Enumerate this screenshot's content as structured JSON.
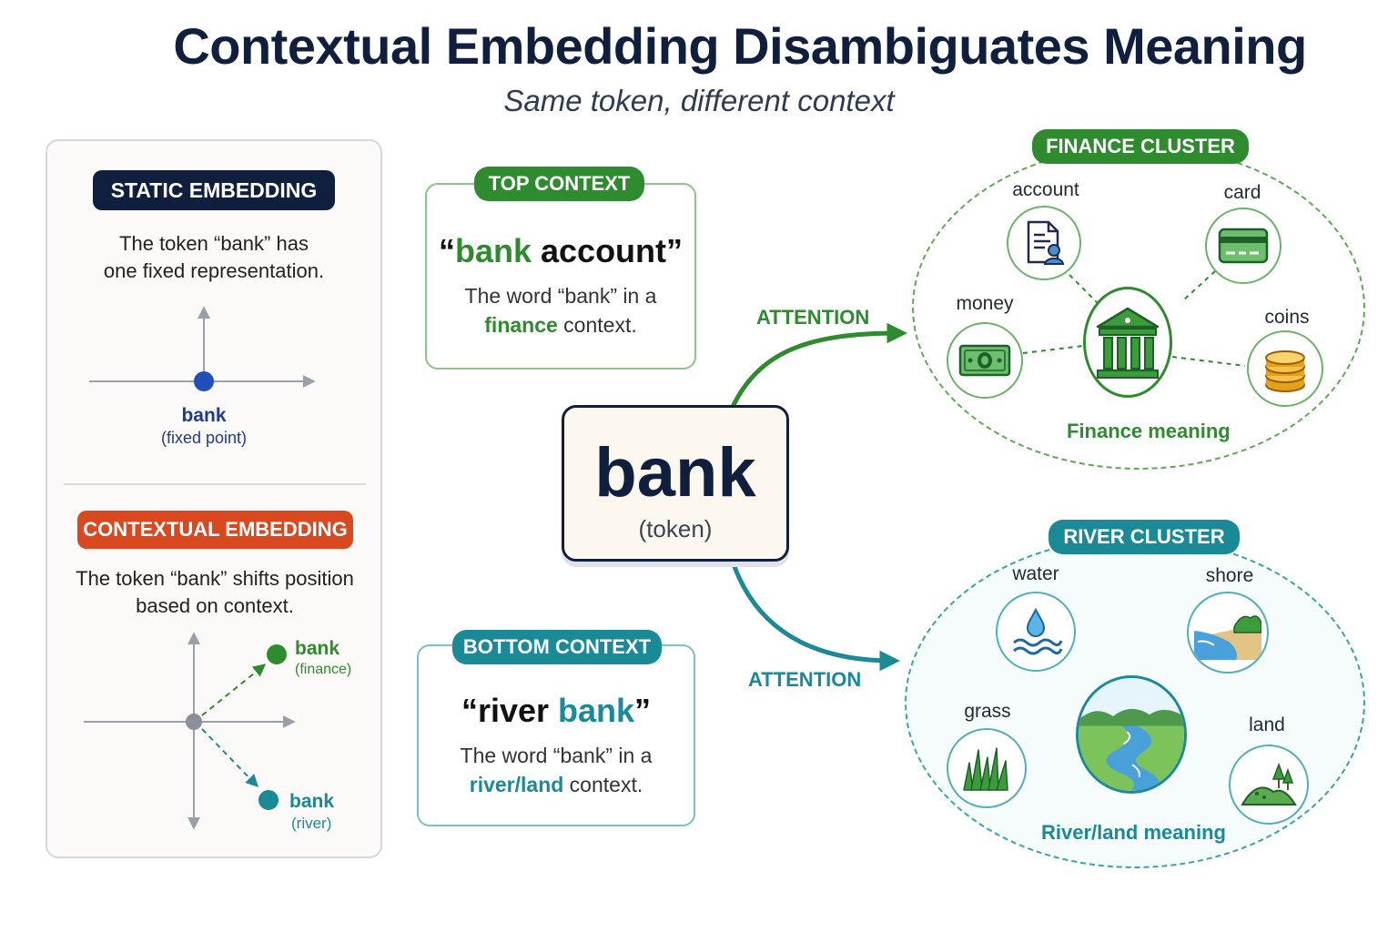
{
  "header": {
    "title": "Contextual Embedding Disambiguates Meaning",
    "subtitle": "Same token, different context"
  },
  "static": {
    "tag": "STATIC EMBEDDING",
    "desc_line1": "The token “bank” has",
    "desc_line2": "one fixed representation.",
    "point_label": "bank",
    "point_sub": "(fixed point)"
  },
  "contextual": {
    "tag": "CONTEXTUAL EMBEDDING",
    "desc_line1": "The token “bank” shifts position",
    "desc_line2": "based on context.",
    "finance_label": "bank",
    "finance_sub": "(finance)",
    "river_label": "bank",
    "river_sub": "(river)"
  },
  "top_context": {
    "tag": "TOP CONTEXT",
    "open_quote": "“",
    "keyword": "bank",
    "rest": " account”",
    "desc_prefix": "The word “bank” in a",
    "desc_keyword": "finance",
    "desc_suffix": " context."
  },
  "bottom_context": {
    "tag": "BOTTOM CONTEXT",
    "open_part": "“river ",
    "keyword": "bank",
    "close_quote": "”",
    "desc_prefix": "The word “bank” in a",
    "desc_keyword": "river/land",
    "desc_suffix": " context."
  },
  "token": {
    "word": "bank",
    "sub": "(token)"
  },
  "attention": {
    "top_label": "ATTENTION",
    "bottom_label": "ATTENTION"
  },
  "finance_cluster": {
    "tag": "FINANCE CLUSTER",
    "meaning": "Finance meaning",
    "nodes": {
      "account": "account",
      "card": "card",
      "money": "money",
      "coins": "coins"
    }
  },
  "river_cluster": {
    "tag": "RIVER CLUSTER",
    "meaning": "River/land meaning",
    "nodes": {
      "water": "water",
      "shore": "shore",
      "grass": "grass",
      "land": "land"
    }
  },
  "colors": {
    "navy": "#0f1f3d",
    "orange": "#d9481e",
    "green": "#2e8b2e",
    "teal": "#1a8a96",
    "blue_point": "#1f4fb8",
    "gray_point": "#8a8f99",
    "gold": "#e3a21a"
  },
  "icons": {
    "account": "document-person-icon",
    "card": "credit-card-icon",
    "money": "banknote-icon",
    "coins": "coins-stack-icon",
    "finance_center": "bank-building-icon",
    "water": "water-drop-waves-icon",
    "shore": "shore-landscape-icon",
    "grass": "grass-icon",
    "land": "hill-trees-icon",
    "river_center": "river-landscape-icon"
  }
}
